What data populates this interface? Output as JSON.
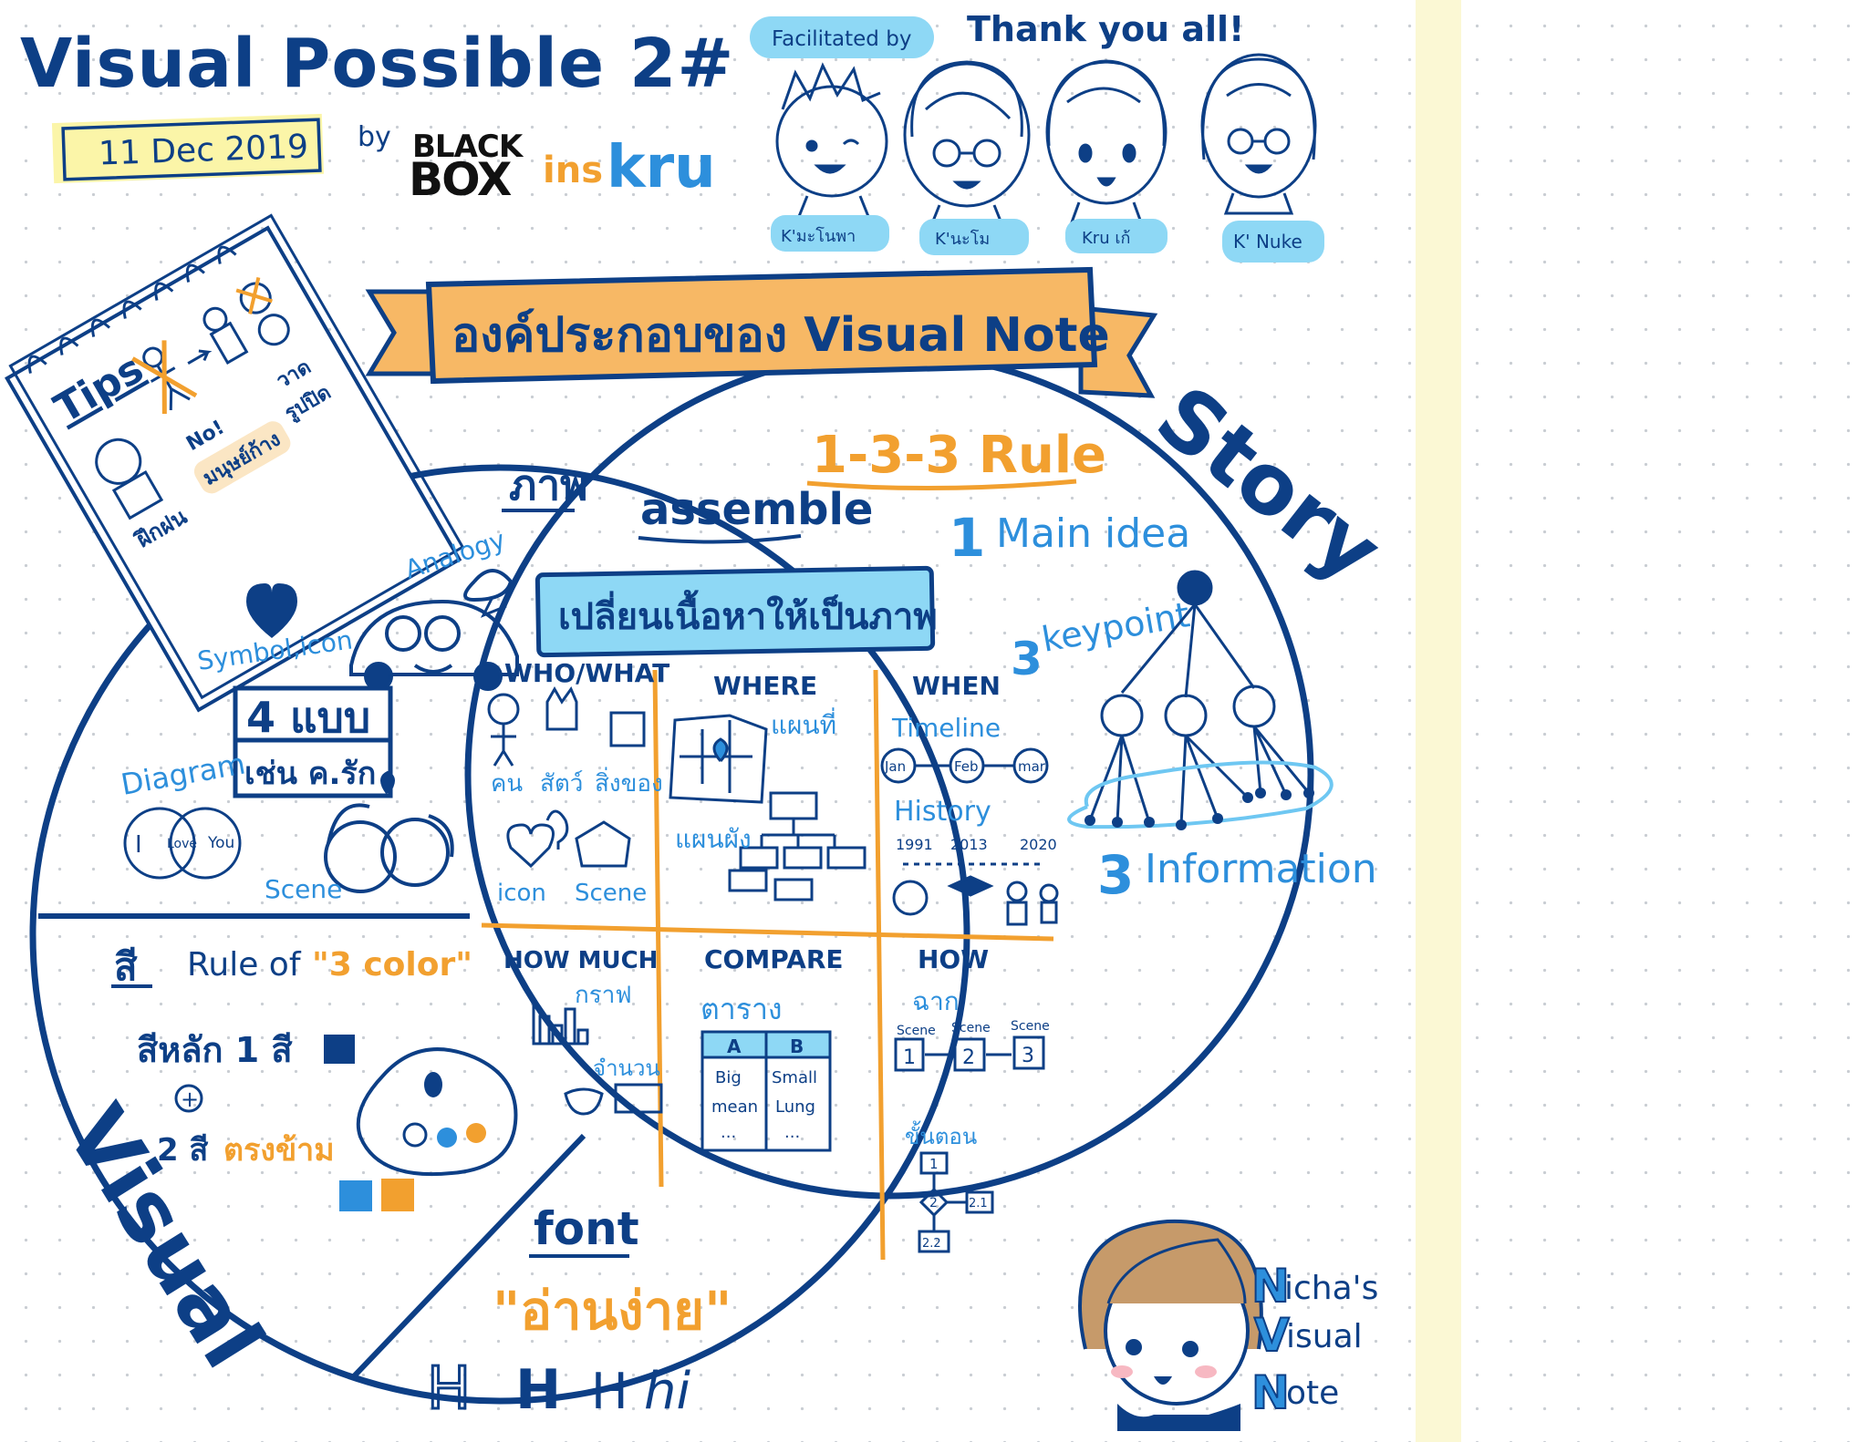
{
  "colors": {
    "navy": "#0d3f86",
    "blue": "#2d8fdc",
    "lightblue": "#6ec7f2",
    "cyan_bg": "#8ed8f5",
    "orange": "#f2a02f",
    "orange_bg": "#f7b865",
    "yellow_bg": "#fbf5a8",
    "black": "#111111"
  },
  "header": {
    "title": "Visual Possible 2#",
    "date": "11 Dec 2019",
    "by": "by",
    "logo_blackbox_top": "BLACK",
    "logo_blackbox_bottom": "BOX",
    "logo_inskru_ins": "ins",
    "logo_inskru_kru": "kru"
  },
  "facilitators": {
    "label": "Facilitated by",
    "thanks": "Thank you all!",
    "people": [
      "K'มะโนพา",
      "K'นะโม",
      "Kru เก้",
      "K' Nuke"
    ]
  },
  "banner": {
    "text": "องค์ประกอบของ Visual Note"
  },
  "tips": {
    "title": "Tips",
    "labels": [
      "ฝึกฝน",
      "No!",
      "มนุษย์ก้าง",
      "วาด",
      "รูปปิด"
    ]
  },
  "visual": {
    "word": "Visual",
    "image_section": {
      "title": "ภาพ",
      "analogy": "Analogy",
      "symbol": "Symbol,icon",
      "box_line1": "4 แบบ",
      "box_line2": "เช่น ค.รัก",
      "diagram": "Diagram",
      "venn_i": "I",
      "venn_love": "Love",
      "venn_you": "You",
      "scene": "Scene"
    },
    "color_section": {
      "title": "สี",
      "rule_prefix": "Rule of",
      "rule_highlight": "\"3 color\"",
      "main_color": "สีหลัก 1 สี",
      "plus": "+",
      "two_prefix": "2 สี",
      "two_highlight": "ตรงข้าม"
    },
    "font_section": {
      "title": "font",
      "readable": "\"อ่านง่าย\"",
      "samples": [
        "H",
        "H",
        "H",
        "hi"
      ]
    }
  },
  "assemble": {
    "title": "assemble",
    "subtitle": "เปลี่ยนเนื้อหาให้เป็นภาพ",
    "who_what": {
      "title": "WHO/WHAT",
      "labels": [
        "คน",
        "สัตว์",
        "สิ่งของ",
        "icon",
        "Scene"
      ]
    },
    "where": {
      "title": "WHERE",
      "map": "แผนที่",
      "plan": "แผนผัง"
    },
    "when": {
      "title": "WHEN",
      "timeline": "Timeline",
      "months": [
        "Jan",
        "Feb",
        "mar"
      ],
      "history": "History",
      "years": [
        "1991",
        "2013",
        "2020"
      ]
    },
    "how_much": {
      "title": "HOW MUCH",
      "graph": "กราฟ",
      "count": "จำนวน"
    },
    "compare": {
      "title": "COMPARE",
      "table": "ตาราง",
      "headers": [
        "A",
        "B"
      ],
      "rows": [
        [
          "Big",
          "Small"
        ],
        [
          "mean",
          "Lung"
        ],
        [
          "...",
          "..."
        ]
      ]
    },
    "how": {
      "title": "HOW",
      "scene_th": "ฉาก",
      "scene_label": "Scene",
      "steps": [
        "1",
        "2",
        "3"
      ],
      "steps_th": "ขั้นตอน",
      "flow": [
        "1",
        "2",
        "2.1",
        "2.2"
      ]
    }
  },
  "story": {
    "word": "Story",
    "rule": "1-3-3 Rule",
    "main_num": "1",
    "main_idea": "Main idea",
    "key_num": "3",
    "keypoint": "keypoint",
    "info_num": "3",
    "information": "Information"
  },
  "signature": {
    "letters": [
      "N",
      "V",
      "N"
    ],
    "rest": [
      "icha's",
      "isual",
      "ote"
    ]
  }
}
